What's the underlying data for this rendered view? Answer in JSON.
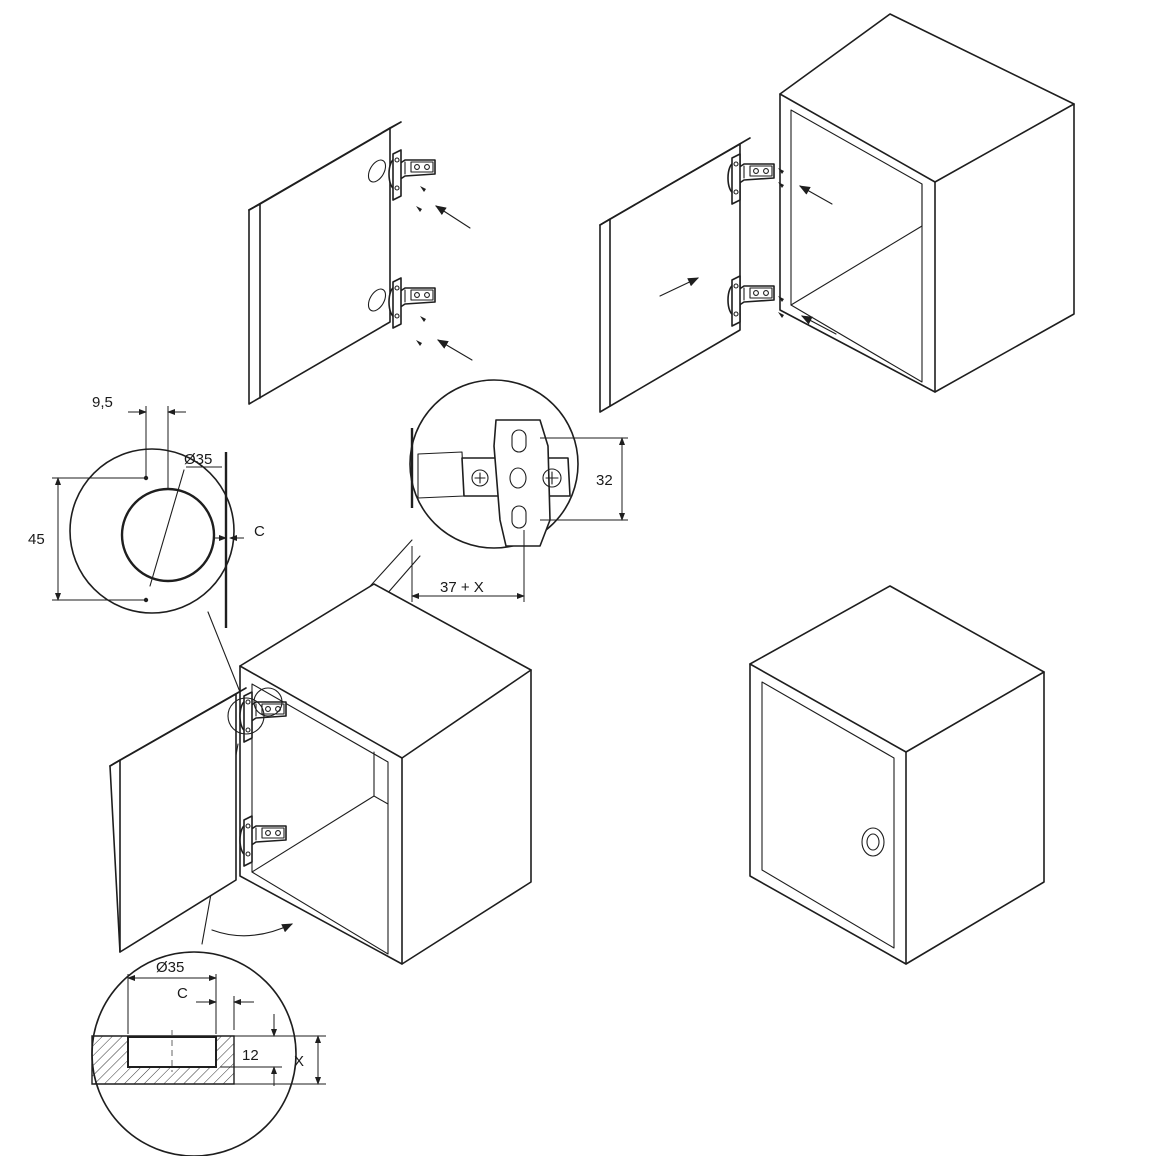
{
  "labels": {
    "dim_9_5": "9,5",
    "dim_45": "45",
    "dim_dia35_top": "Ø35",
    "dim_c_top": "C",
    "dim_32": "32",
    "dim_37x": "37 + X",
    "dim_dia35_bottom": "Ø35",
    "dim_c_bottom": "C",
    "dim_12": "12",
    "dim_x": "X"
  },
  "icons": [
    "hinge-icon",
    "arrow-icon",
    "door-knob-icon",
    "cup-hole-icon",
    "screw-icon"
  ]
}
